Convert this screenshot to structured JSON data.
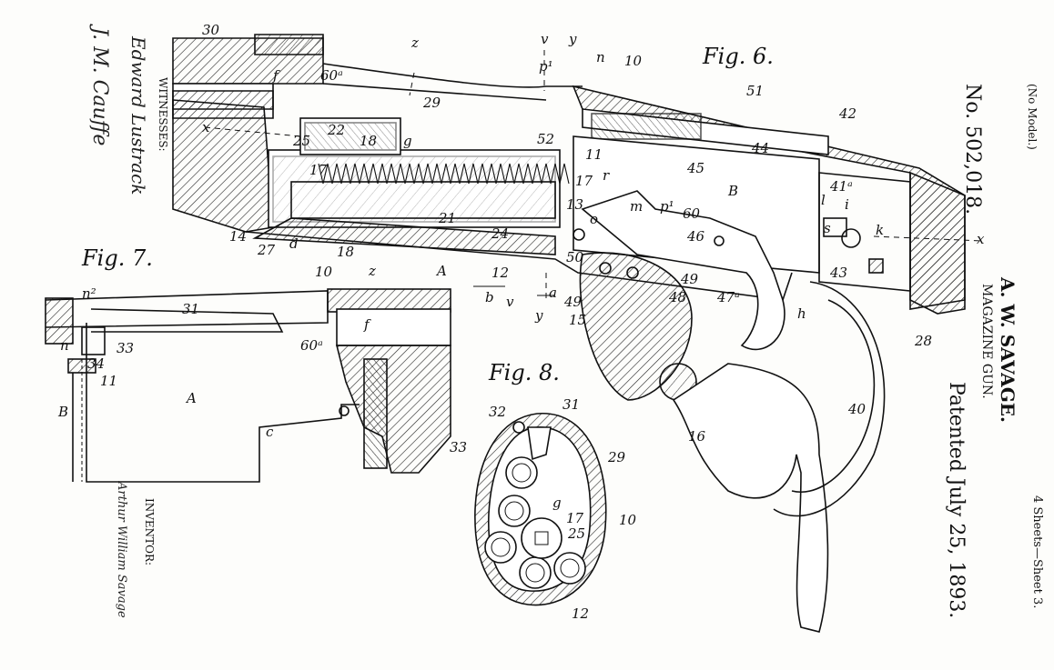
{
  "header": {
    "model_note": "(No Model.)",
    "patent_number": "No. 502,018.",
    "inventor_name": "A. W. SAVAGE.",
    "title": "MAGAZINE GUN.",
    "patented_date": "Patented July 25, 1893.",
    "sheets": "4 Sheets—Sheet 3."
  },
  "figures": {
    "fig6": "Fig. 6.",
    "fig7": "Fig. 7.",
    "fig8": "Fig. 8."
  },
  "witnesses": {
    "heading": "WITNESSES:",
    "witness_1": "Edward Lustrack",
    "witness_2": "J. M. Cauffe"
  },
  "inventor": {
    "heading": "INVENTOR:",
    "signature": "Arthur William Savage"
  },
  "fig6_labels": [
    "30",
    "z",
    "v",
    "y",
    "n",
    "10",
    "p¹",
    "f",
    "60ᵃ",
    "29",
    "51",
    "42",
    "x",
    "22",
    "18",
    "g",
    "52",
    "11",
    "44",
    "25",
    "17",
    "45",
    "B",
    "41ᵃ",
    "l",
    "i",
    "17",
    "13",
    "r",
    "m",
    "p¹",
    "60",
    "14",
    "27",
    "d",
    "21",
    "24",
    "o",
    "46",
    "s",
    "k",
    "x",
    "18",
    "z",
    "A",
    "12",
    "50",
    "49",
    "43",
    "b",
    "v",
    "a",
    "49",
    "y",
    "15",
    "48",
    "47ᵃ",
    "h",
    "28",
    "40",
    "16"
  ],
  "fig7_labels": [
    "10",
    "n²",
    "31",
    "n",
    "33",
    "f",
    "60ᵃ",
    "34",
    "11",
    "A",
    "B",
    "c"
  ],
  "fig8_labels": [
    "31",
    "32",
    "33",
    "29",
    "g",
    "17",
    "25",
    "10",
    "12"
  ]
}
